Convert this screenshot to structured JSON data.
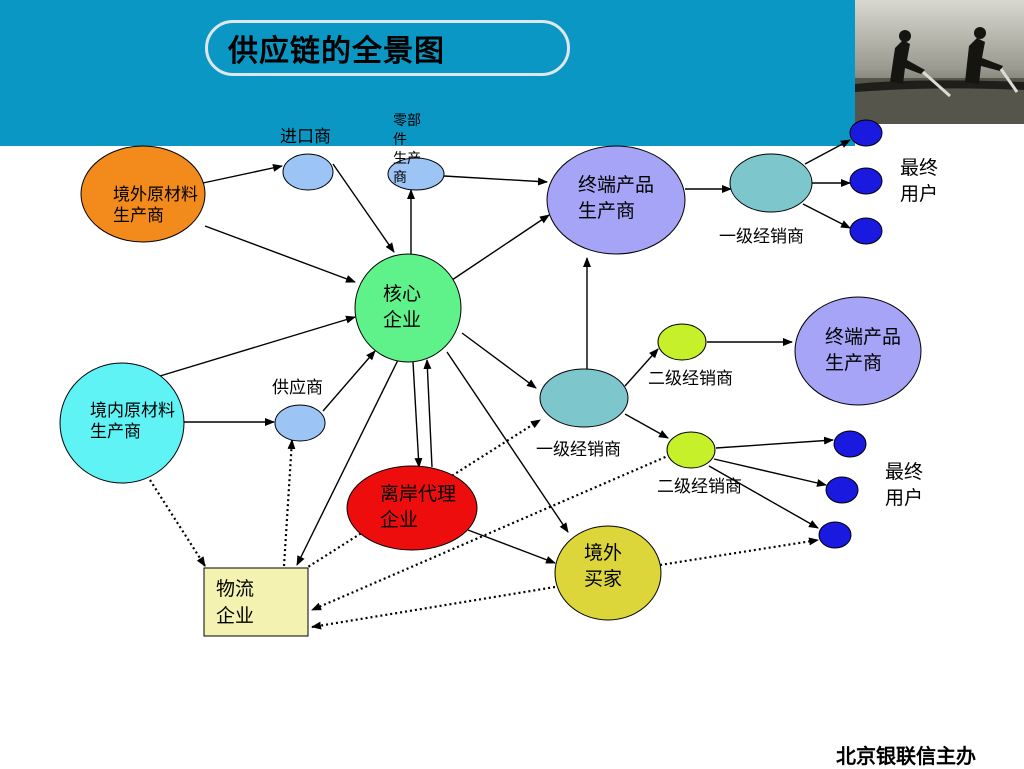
{
  "title": "供应链的全景图",
  "footer": "北京银联信主办",
  "colors": {
    "header_bg": "#0b97c4",
    "orange": "#f28a1c",
    "cyan": "#5ff3f6",
    "green": "#5ff28a",
    "lavender": "#a6a4f6",
    "teal": "#7cc6cc",
    "lime": "#c5f02a",
    "light_blue": "#9cc4f4",
    "red": "#ee0d0d",
    "yellow": "#dcd63a",
    "navy": "#1919e0",
    "logistics_bg": "#f3f2b0"
  },
  "nodes": {
    "overseas_raw": [
      "境外原材料",
      "生产商"
    ],
    "domestic_raw": [
      "境内原材料",
      "生产商"
    ],
    "importer": "进口商",
    "parts": [
      "零部",
      "件",
      "生产",
      "商"
    ],
    "supplier": "供应商",
    "core": [
      "核心",
      "企业"
    ],
    "offshore": [
      "离岸代理",
      "企业"
    ],
    "terminal_top": [
      "终端产品",
      "生产商"
    ],
    "terminal_mid": [
      "终端产品",
      "生产商"
    ],
    "dist1_top": "一级经销商",
    "dist1_mid": "一级经销商",
    "dist2_a": "二级经销商",
    "dist2_b": "二级经销商",
    "overseas_buyer": [
      "境外",
      "买家"
    ],
    "end_user_top": [
      "最终",
      "用户"
    ],
    "end_user_bottom": [
      "最终",
      "用户"
    ],
    "logistics": [
      "物流",
      "企业"
    ]
  }
}
